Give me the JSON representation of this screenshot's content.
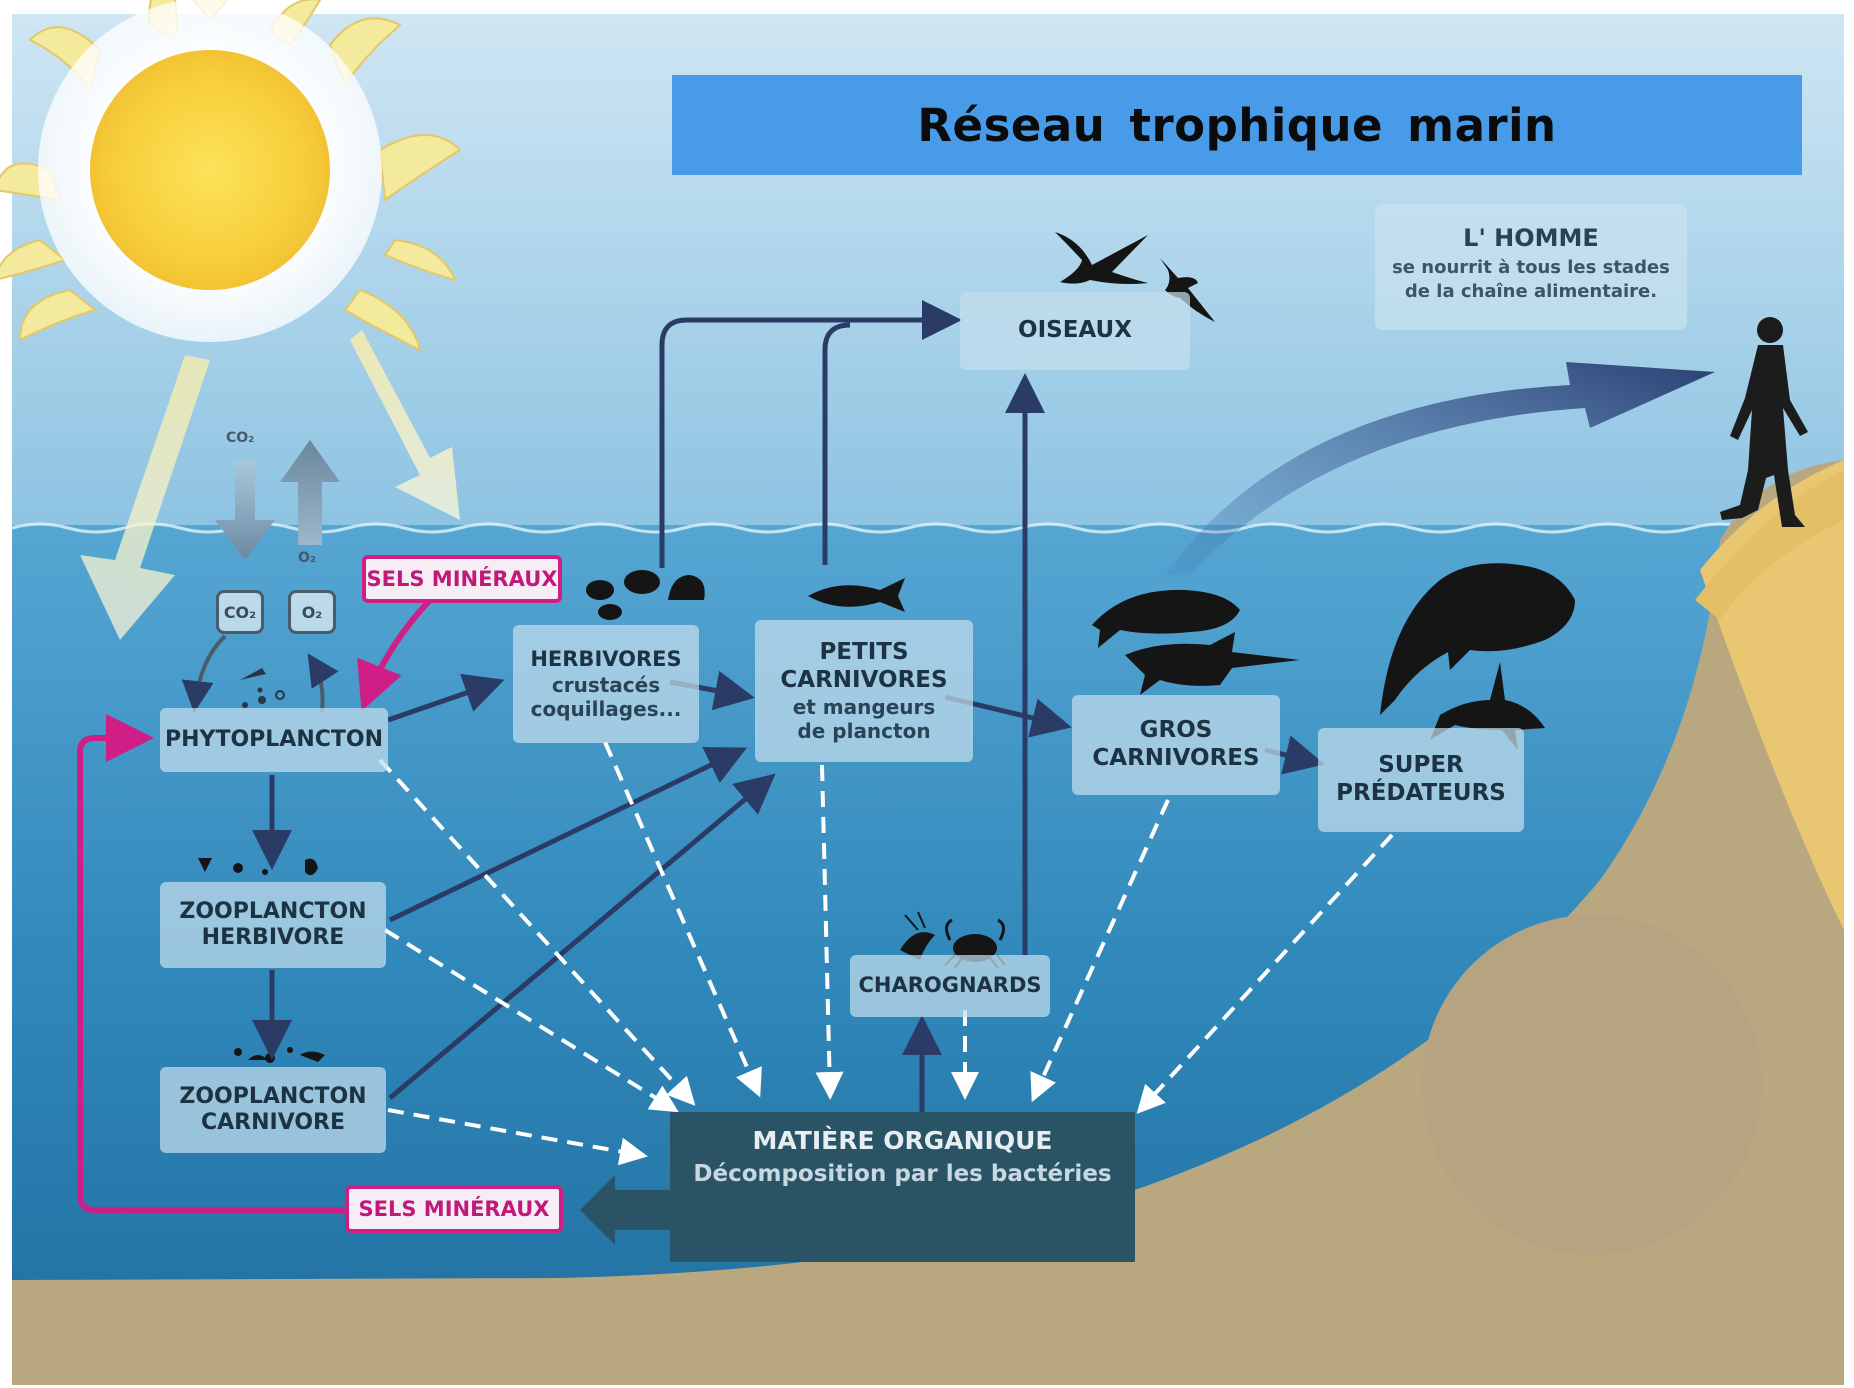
{
  "title": "Réseau trophique marin",
  "nodes": {
    "phytoplancton": "PHYTOPLANCTON",
    "herbivores": {
      "line1": "HERBIVORES",
      "line2": "crustacés",
      "line3": "coquillages..."
    },
    "petits_carnivores": {
      "line1": "PETITS",
      "line2": "CARNIVORES",
      "line3": "et mangeurs",
      "line4": "de plancton"
    },
    "oiseaux": "OISEAUX",
    "gros_carnivores": {
      "line1": "GROS",
      "line2": "CARNIVORES"
    },
    "super_predateurs": {
      "line1": "SUPER",
      "line2": "PRÉDATEURS"
    },
    "zooplancton_herbivore": {
      "line1": "ZOOPLANCTON",
      "line2": "HERBIVORE"
    },
    "zooplancton_carnivore": {
      "line1": "ZOOPLANCTON",
      "line2": "CARNIVORE"
    },
    "charognards": "CHAROGNARDS",
    "matiere_organique": {
      "line1": "MATIÈRE ORGANIQUE",
      "line2": "Décomposition par les bactéries"
    },
    "homme": {
      "line1": "L' HOMME",
      "line2": "se nourrit à tous les stades",
      "line3": "de la chaîne alimentaire."
    }
  },
  "minerals": {
    "top": "SELS MINÉRAUX",
    "bottom": "SELS MINÉRAUX"
  },
  "gases": {
    "co2_label": "CO₂",
    "o2_label": "O₂",
    "co2_box": "CO₂",
    "o2_box": "O₂"
  },
  "colors": {
    "title_bar": "#479be8",
    "sky": "#a9d3ea",
    "sea": "#2f88b8",
    "sand": "#b9a780",
    "beach": "#e8c672",
    "arrow_solid": "#2a3c66",
    "arrow_mineral": "#cf1f86",
    "arrow_dashed": "#ffffff",
    "matiere": "#2a5465"
  },
  "icons": [
    "sun-icon",
    "bird-icon",
    "fish-icon",
    "shell-icon",
    "whale-icon",
    "swordfish-icon",
    "shark-icon",
    "dolphin-icon",
    "crab-icon",
    "shrimp-icon",
    "zooplankton-icon",
    "human-silhouette-icon"
  ]
}
